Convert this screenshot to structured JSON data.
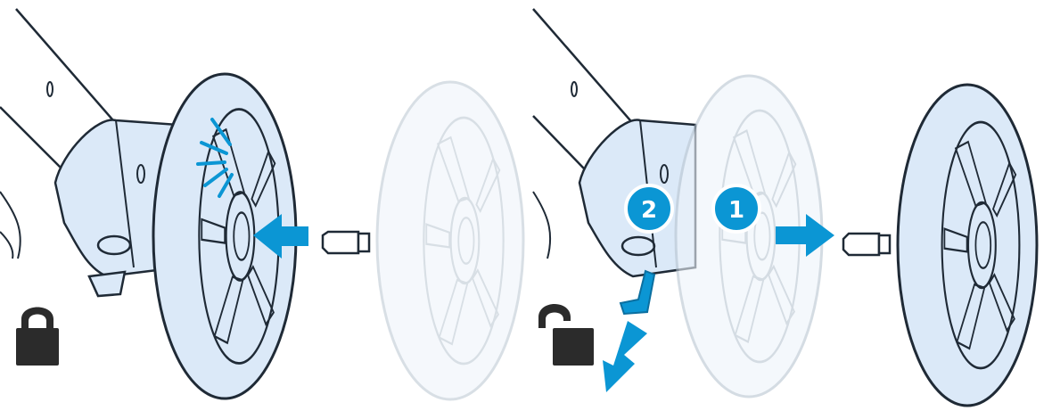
{
  "panels": [
    {
      "id": "attach",
      "lock_icon": "locked-padlock-icon",
      "arrow_icon": "push-arrow-left-icon"
    },
    {
      "id": "detach",
      "lock_icon": "unlocked-padlock-icon",
      "steps": [
        {
          "number": "1",
          "action_icon": "pull-arrow-right-icon"
        },
        {
          "number": "2",
          "action_icon": "press-down-arrow-icon"
        }
      ]
    }
  ],
  "colors": {
    "accent": "#0b96d4",
    "tire_fill": "#dbe9f8",
    "tire_faded": "#eef4fb",
    "outline": "#1f2a36",
    "outline_faded": "#b9c5d1",
    "lock": "#2b2b2b"
  }
}
